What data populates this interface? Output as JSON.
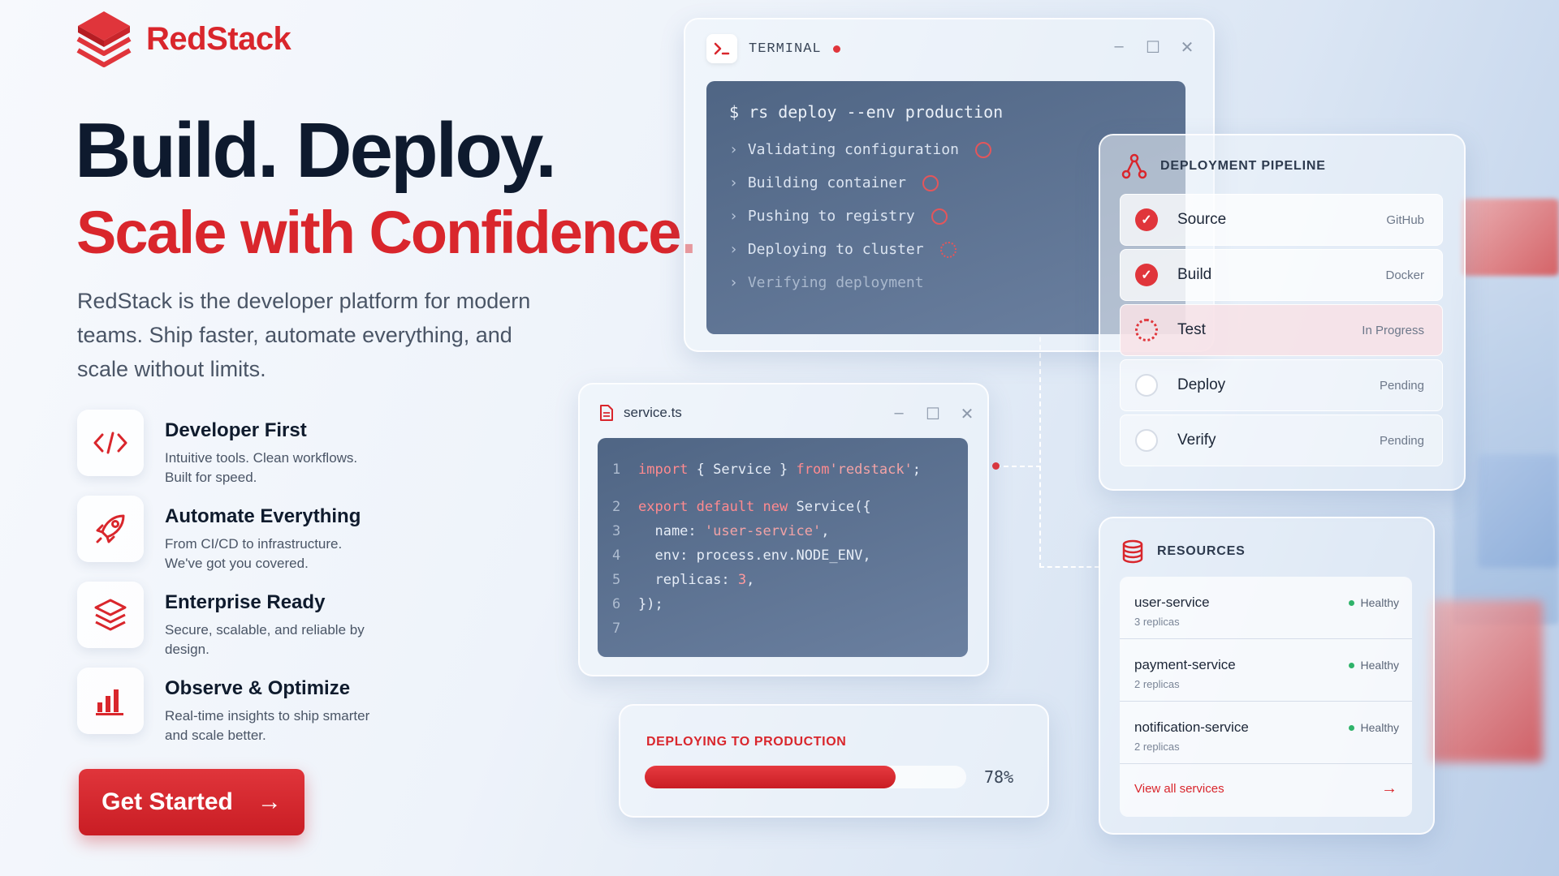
{
  "brand": {
    "name": "RedStack",
    "color": "#d9262c"
  },
  "hero": {
    "title": "Build. Deploy.",
    "subtitle": "Scale with Confidence.",
    "description": "RedStack is the developer platform for modern teams. Ship faster, automate everything, and scale without limits."
  },
  "features": [
    {
      "icon": "code-icon",
      "title": "Developer First",
      "desc": "Intuitive tools. Clean workflows. Built for speed."
    },
    {
      "icon": "rocket-icon",
      "title": "Automate Everything",
      "desc": "From CI/CD to infrastructure. We've got you covered."
    },
    {
      "icon": "layers-icon",
      "title": "Enterprise Ready",
      "desc": "Secure, scalable, and reliable by design."
    },
    {
      "icon": "bar-chart-icon",
      "title": "Observe & Optimize",
      "desc": "Real-time insights to ship smarter and scale better."
    }
  ],
  "cta": {
    "label": "Get Started",
    "arrow": "→"
  },
  "terminal": {
    "title": "TERMINAL",
    "command": "$ rs deploy --env production",
    "steps": [
      {
        "text": "Validating configuration",
        "state": "done"
      },
      {
        "text": "Building container",
        "state": "done"
      },
      {
        "text": "Pushing to registry",
        "state": "done"
      },
      {
        "text": "Deploying to cluster",
        "state": "in-progress"
      },
      {
        "text": "Verifying deployment",
        "state": "pending"
      }
    ]
  },
  "pipeline": {
    "title": "DEPLOYMENT PIPELINE",
    "stages": [
      {
        "name": "Source",
        "status": "GitHub",
        "state": "done"
      },
      {
        "name": "Build",
        "status": "Docker",
        "state": "done"
      },
      {
        "name": "Test",
        "status": "In Progress",
        "state": "in-progress"
      },
      {
        "name": "Deploy",
        "status": "Pending",
        "state": "pending"
      },
      {
        "name": "Verify",
        "status": "Pending",
        "state": "pending"
      }
    ]
  },
  "editor": {
    "filename": "service.ts",
    "lines": [
      {
        "n": "1",
        "code": "import { Service } from 'redstack';"
      },
      {
        "n": "2",
        "code": "export default new Service({"
      },
      {
        "n": "3",
        "code": "  name: 'user-service',"
      },
      {
        "n": "4",
        "code": "  env: process.env.NODE_ENV,"
      },
      {
        "n": "5",
        "code": "  replicas: 3,"
      },
      {
        "n": "6",
        "code": "});"
      },
      {
        "n": "7",
        "code": ""
      }
    ]
  },
  "progress": {
    "label": "DEPLOYING TO PRODUCTION",
    "percent": 78,
    "percent_text": "78%"
  },
  "resources": {
    "title": "RESOURCES",
    "services": [
      {
        "name": "user-service",
        "replicas": "3 replicas",
        "health": "Healthy"
      },
      {
        "name": "payment-service",
        "replicas": "2 replicas",
        "health": "Healthy"
      },
      {
        "name": "notification-service",
        "replicas": "2 replicas",
        "health": "Healthy"
      }
    ],
    "link_label": "View all services"
  },
  "colors": {
    "accent": "#d9262c",
    "healthy": "#2fb36a",
    "code_bg": "#5a6f8f"
  }
}
